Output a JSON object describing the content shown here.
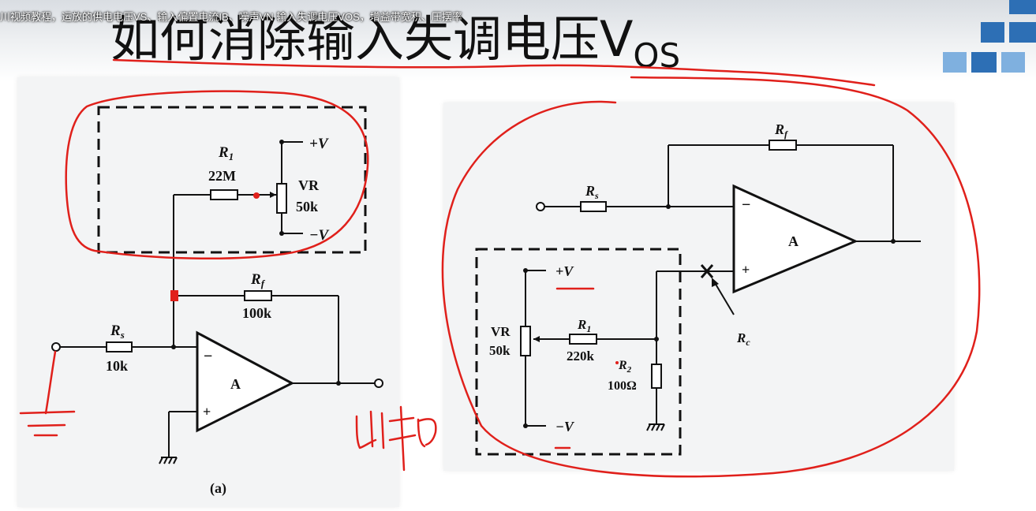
{
  "video_title": "川视频教程，运放的供电电压VS、输入偏置电流IB、噪声VN 输入失调电压VOS，增益带宽积、压摆率",
  "slide_title": {
    "main": "如何消除输入失调电压V",
    "sub": "OS"
  },
  "colors": {
    "ink": "#111111",
    "annotation": "#e0201b",
    "deco_blue_dark": "#2d6fb5",
    "deco_blue_light": "#7fb0df"
  },
  "circuit_a": {
    "caption": "(a)",
    "amp_label": "A",
    "minus_sign": "−",
    "plus_sign": "+",
    "rs": {
      "name": "R",
      "sub": "s",
      "value": "10k"
    },
    "rf": {
      "name": "R",
      "sub": "f",
      "value": "100k"
    },
    "r1": {
      "name": "R",
      "sub": "1",
      "value": "22M"
    },
    "vr": {
      "name": "VR",
      "value": "50k"
    },
    "pos_supply": "+V",
    "neg_supply": "−V"
  },
  "circuit_b": {
    "amp_label": "A",
    "minus_sign": "−",
    "plus_sign": "+",
    "rs": {
      "name": "R",
      "sub": "s"
    },
    "rf": {
      "name": "R",
      "sub": "f"
    },
    "rc": {
      "name": "R",
      "sub": "c"
    },
    "r1": {
      "name": "R",
      "sub": "1",
      "value": "220k"
    },
    "r2": {
      "name": "R",
      "sub": "2",
      "value": "100Ω"
    },
    "vr": {
      "name": "VR",
      "value": "50k"
    },
    "pos_supply": "+V",
    "neg_supply": "−V"
  }
}
